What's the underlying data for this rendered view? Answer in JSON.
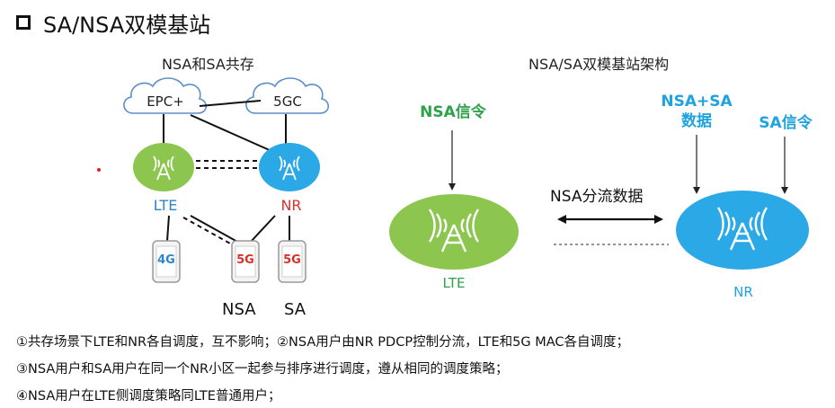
{
  "title": "SA/NSA双模基站",
  "left": {
    "subtitle": "NSA和SA共存",
    "clouds": {
      "epc": "EPC+",
      "fivegc": "5GC"
    },
    "nodes": {
      "lte": "LTE",
      "nr": "NR"
    },
    "phones": {
      "p1": "4G",
      "p2": "5G",
      "p3": "5G"
    },
    "labels": {
      "nsa": "NSA",
      "sa": "SA"
    }
  },
  "right": {
    "subtitle": "NSA/SA双模基站架构",
    "signals": {
      "nsa_signaling": "NSA信令",
      "nsa_sa_data_line1": "NSA+SA",
      "nsa_sa_data_line2": "数据",
      "sa_signaling": "SA信令"
    },
    "split": "NSA分流数据",
    "nodes": {
      "lte": "LTE",
      "nr": "NR"
    }
  },
  "notes": [
    "①共存场景下LTE和NR各自调度，互不影响；②NSA用户由NR PDCP控制分流，LTE和5G MAC各自调度；",
    "③NSA用户和SA用户在同一个NR小区一起参与排序进行调度，遵从相同的调度策略；",
    "④NSA用户在LTE侧调度策略同LTE普通用户；"
  ],
  "colors": {
    "lte_green": "#8cc64f",
    "nr_blue": "#2aa9e6",
    "signal_green": "#2ca24c",
    "signal_blue": "#1fa3e0",
    "lte_text": "#2a86c8",
    "nr_text": "#d9302a"
  }
}
